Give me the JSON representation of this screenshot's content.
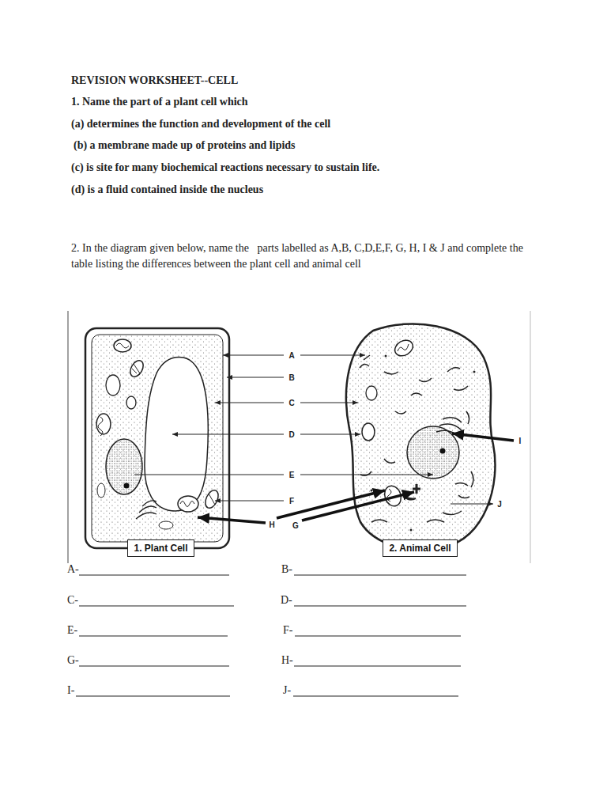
{
  "diagram": {
    "title": "REVISION WORKSHEET--CELL",
    "nodes": [
      {
        "text": [
          "1. Plant Cell"
        ]
      },
      {
        "text": [
          "2. Animal Cell"
        ]
      }
    ],
    "labels": [
      "1. Name the part of a plant cell which",
      "(a) determines the function and development of the cell",
      "(b) a membrane made up of proteins and lipids",
      "(c) is site for many biochemical reactions necessary to sustain life.",
      "(d) is a fluid contained inside the nucleus",
      "2. In the diagram given below, name the   parts labelled as A,B, C,D,E,F, G, H, I & J and complete the table listing the differences between the plant cell and animal cell",
      "A",
      "B",
      "C",
      "D",
      "E",
      "F",
      "H",
      "G",
      "I",
      "J",
      "A-",
      "B-",
      "C-",
      "D-",
      "E-",
      "F-",
      "G-",
      "H-",
      "I-",
      "J-"
    ]
  }
}
